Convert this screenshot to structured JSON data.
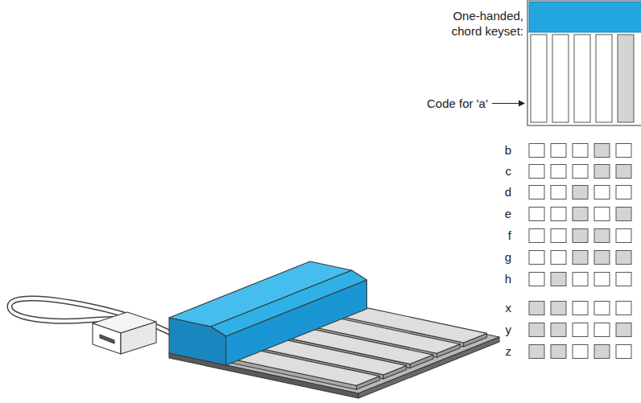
{
  "diagram": {
    "labels": [
      "One-handed, chord keyset:",
      "Code for 'a'",
      "b",
      "c",
      "d",
      "e",
      "f",
      "g",
      "h",
      "x",
      "y",
      "z"
    ]
  }
}
